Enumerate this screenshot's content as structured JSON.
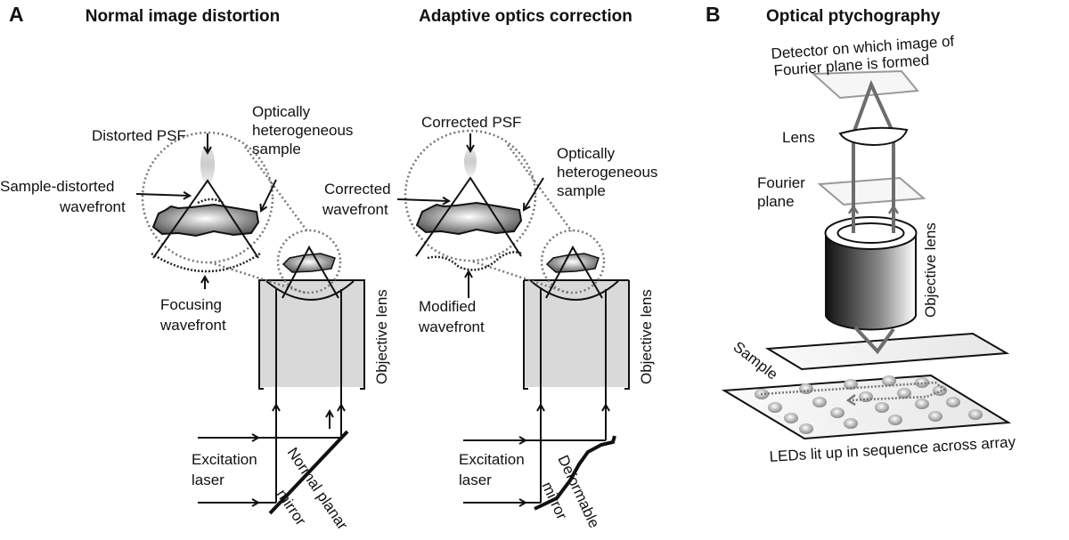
{
  "panel_a": {
    "letter": "A",
    "left": {
      "title": "Normal image distortion",
      "psf": "Distorted PSF",
      "sample": [
        "Optically",
        "heterogeneous",
        "sample"
      ],
      "wavefront_in": [
        "Sample-distorted",
        "wavefront"
      ],
      "wavefront_focus": [
        "Focusing",
        "wavefront"
      ],
      "objective": "Objective lens",
      "laser": [
        "Excitation",
        "laser"
      ],
      "mirror": [
        "Normal planar",
        "mirror"
      ]
    },
    "right": {
      "title": "Adaptive optics correction",
      "psf": "Corrected PSF",
      "sample": [
        "Optically",
        "heterogeneous",
        "sample"
      ],
      "wavefront_in": [
        "Corrected",
        "wavefront"
      ],
      "wavefront_mod": [
        "Modified",
        "wavefront"
      ],
      "objective": "Objective lens",
      "laser": [
        "Excitation",
        "laser"
      ],
      "mirror": [
        "Deformable",
        "mirror"
      ]
    }
  },
  "panel_b": {
    "letter": "B",
    "title": "Optical ptychography",
    "detector": [
      "Detector on which image of",
      "Fourier plane is formed"
    ],
    "lens": "Lens",
    "fourier": [
      "Fourier",
      "plane"
    ],
    "objective": "Objective lens",
    "sample": "Sample",
    "leds": "LEDs lit up in sequence across array"
  },
  "colors": {
    "lens_fill": "#d9d9d9",
    "beam": "#6d6d6d",
    "ink": "#111111"
  }
}
